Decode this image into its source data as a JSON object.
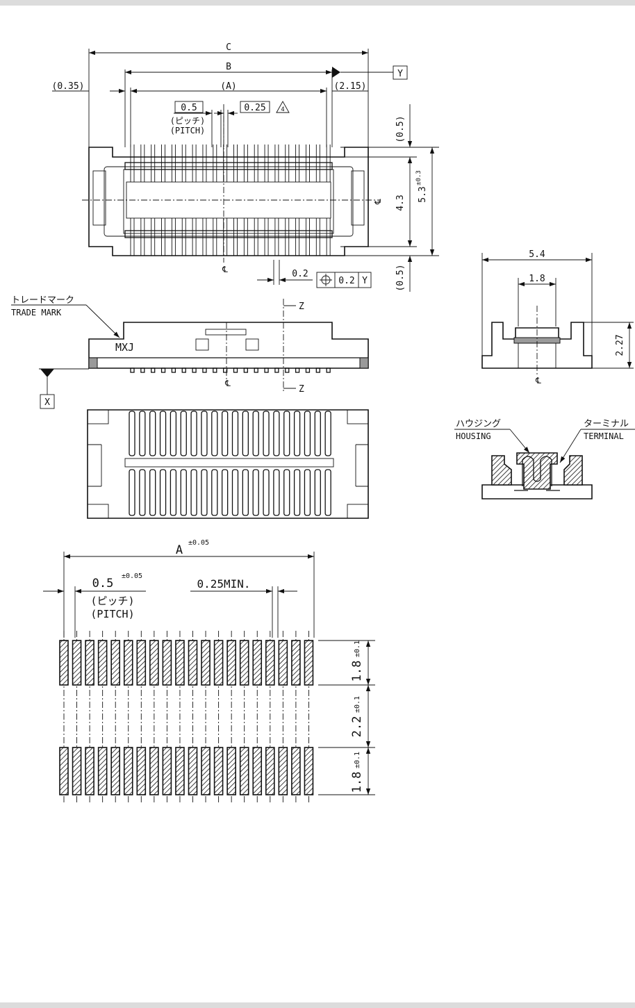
{
  "top_view": {
    "dim_c": "C",
    "dim_b": "B",
    "dim_a": "(A)",
    "dim_left_offset": "(0.35)",
    "dim_right_offset": "(2.15)",
    "datum_y": "Y",
    "pitch_value": "0.5",
    "pitch_jp": "(ピッチ)",
    "pitch_en": "(PITCH)",
    "terminal_width": "0.25",
    "note_number": "4",
    "dim_top_overhang": "(0.5)",
    "dim_bottom_overhang": "(0.5)",
    "dim_inner": "4.3",
    "dim_outer": "5.3",
    "dim_outer_tol": "±0.3",
    "dim_position": "0.2",
    "tolerance_frame": {
      "symbol": "position",
      "value": "0.2",
      "datum": "Y"
    },
    "centerline_mark": "℄"
  },
  "front_view": {
    "trademark_jp": "トレードマーク",
    "trademark_en": "TRADE MARK",
    "marking": "MXJ",
    "section_label_top": "Z",
    "section_label_bottom": "Z",
    "datum_x": "X",
    "centerline_mark": "℄"
  },
  "side_view": {
    "dim_width": "5.4",
    "dim_center": "1.8",
    "dim_height": "2.27",
    "centerline_mark": "℄"
  },
  "section_view": {
    "housing_jp": "ハウジング",
    "housing_en": "HOUSING",
    "terminal_jp": "ターミナル",
    "terminal_en": "TERMINAL"
  },
  "footprint": {
    "dim_a": "A",
    "dim_a_tol": "±0.05",
    "pitch_value": "0.5",
    "pitch_tol": "±0.05",
    "pitch_jp": "(ピッチ)",
    "pitch_en": "(PITCH)",
    "min_gap": "0.25MIN.",
    "pad_length_top": "1.8",
    "pad_length_top_tol": "±0.1",
    "row_gap": "2.2",
    "row_gap_tol": "±0.1",
    "pad_length_bottom": "1.8",
    "pad_length_bottom_tol": "±0.1"
  }
}
